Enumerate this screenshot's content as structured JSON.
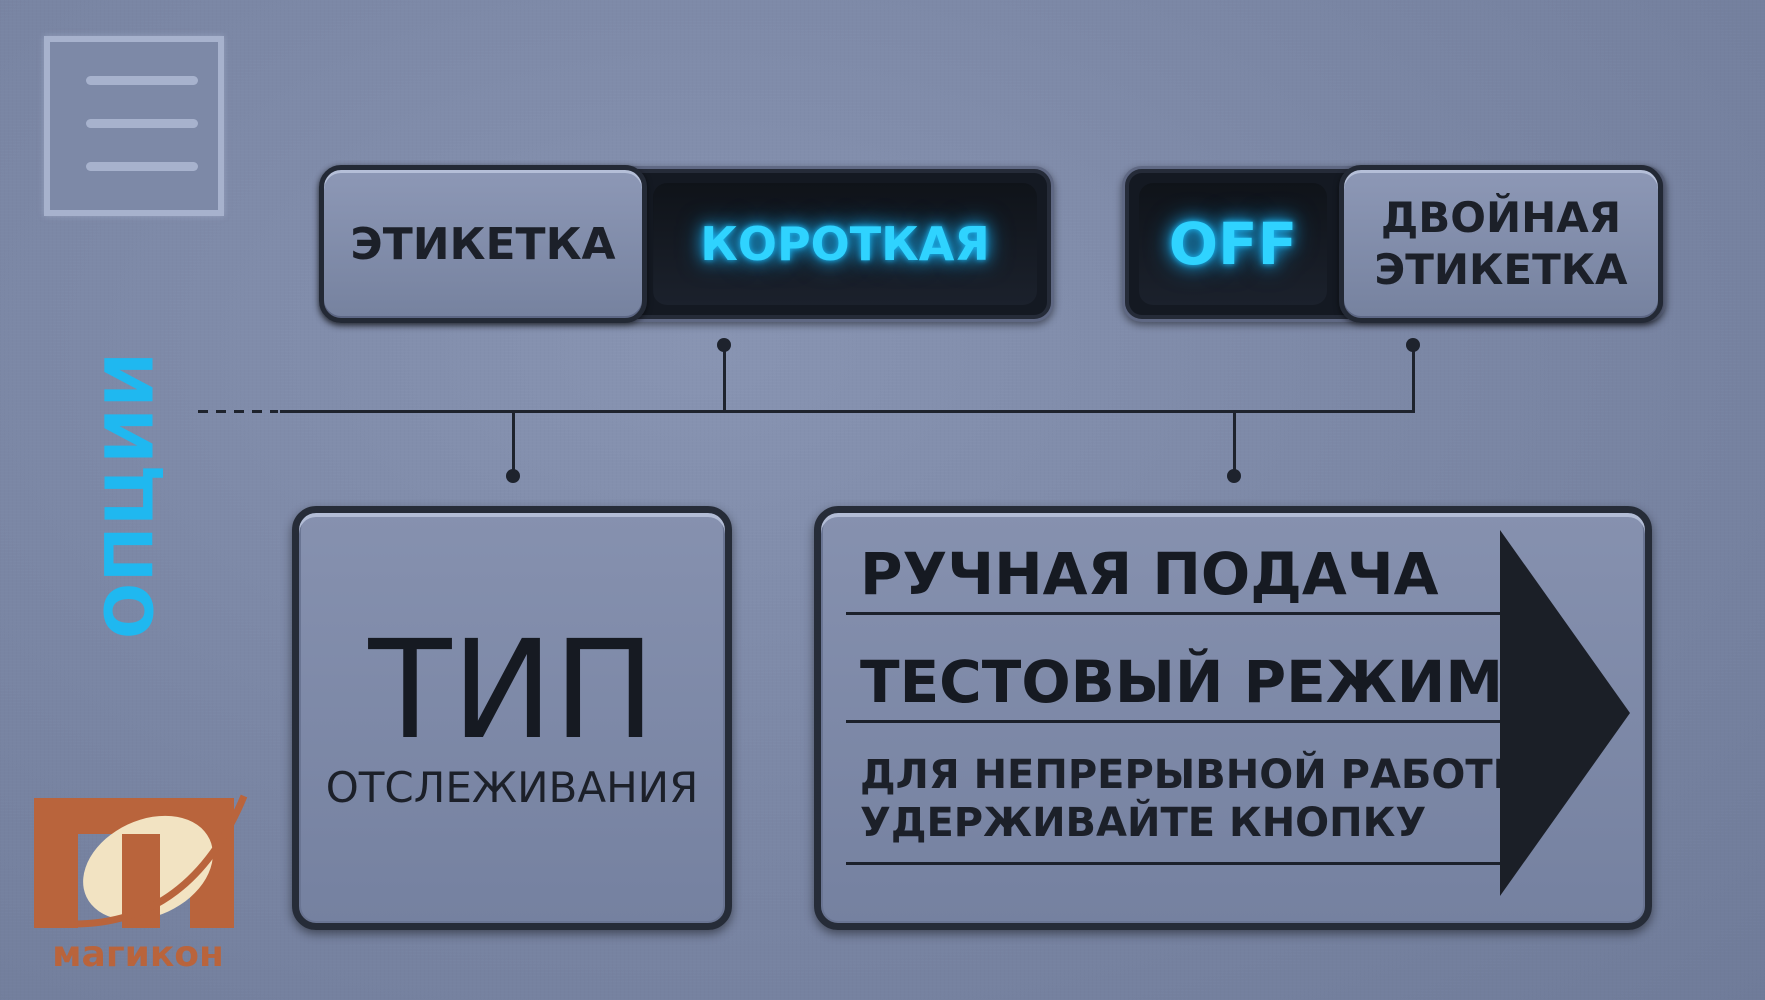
{
  "side_label": "ОПЦИИ",
  "label_toggle": {
    "left_key": "ЭТИКЕТКА",
    "value": "КОРОТКАЯ"
  },
  "double_toggle": {
    "value": "OFF",
    "key_line1": "ДВОЙНАЯ",
    "key_line2": "ЭТИКЕТКА"
  },
  "tracking_panel": {
    "title": "ТИП",
    "subtitle": "ОТСЛЕЖИВАНИЯ"
  },
  "feed_panel": {
    "line1": "РУЧНАЯ ПОДАЧА",
    "line2": "ТЕСТОВЫЙ РЕЖИМ",
    "hint_line1": "ДЛЯ НЕПРЕРЫВНОЙ РАБОТЫ",
    "hint_line2": "УДЕРЖИВАЙТЕ КНОПКУ"
  },
  "logo": {
    "text": "магикон"
  },
  "colors": {
    "glow": "#2fd3ff",
    "side_label": "#1fb8f0",
    "logo": "#b9643c"
  },
  "icons": {
    "menu": "hamburger-menu-icon",
    "arrow": "play-arrow-icon"
  }
}
